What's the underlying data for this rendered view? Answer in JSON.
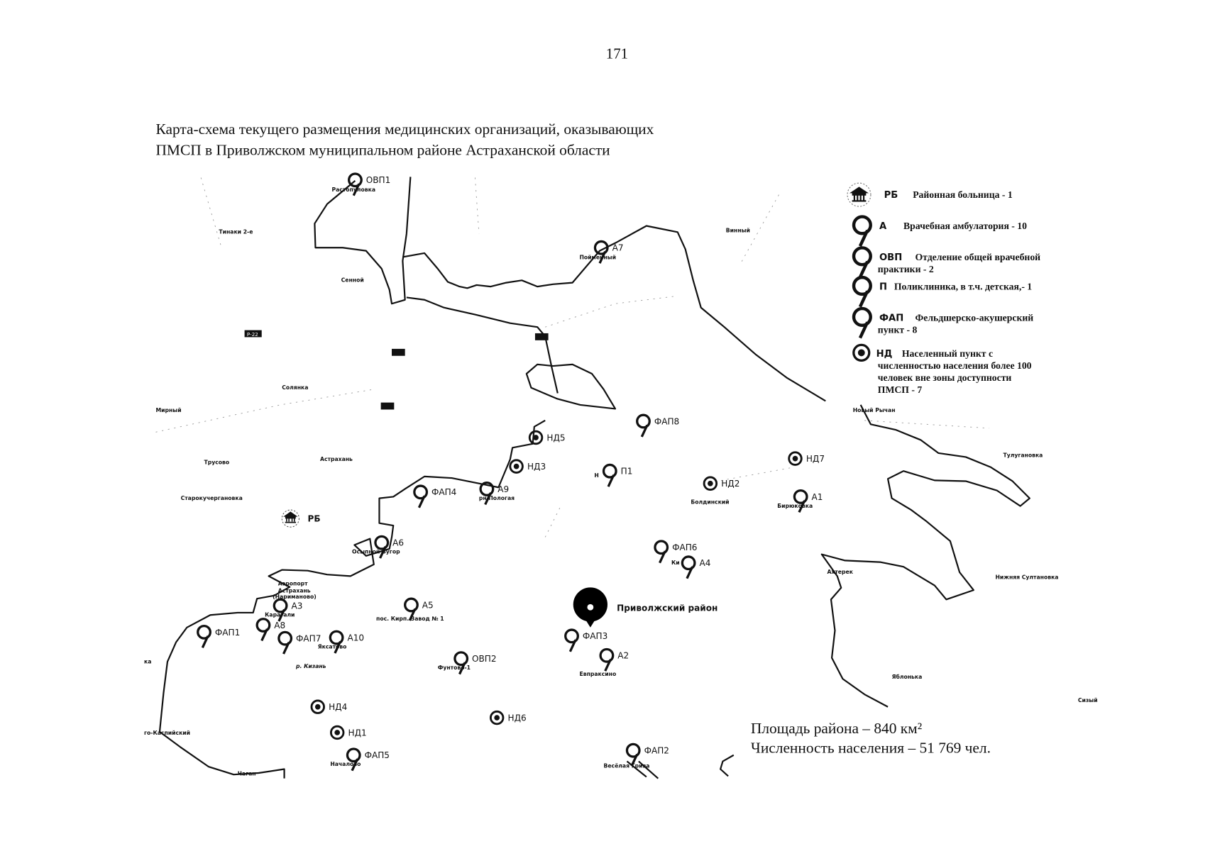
{
  "page_number": "171",
  "title": {
    "line1": "Карта-схема текущего размещения медицинских организаций, оказывающих",
    "line2": "ПМСП в Приволжском муниципальном районе Астраханской области"
  },
  "legend": [
    {
      "code": "РБ",
      "lines": [
        "Районная больница - 1"
      ],
      "icon": "hospital-icon"
    },
    {
      "code": "А",
      "lines": [
        "Врачебная амбулатория - 10"
      ],
      "icon": "pin-icon"
    },
    {
      "code": "ОВП",
      "lines": [
        "Отделение общей врачебной",
        "практики - 2"
      ],
      "icon": "pin-icon"
    },
    {
      "code": "П",
      "lines": [
        "Поликлиника, в т.ч. детская,- 1"
      ],
      "icon": "pin-icon"
    },
    {
      "code": "ФАП",
      "lines": [
        "Фельдшерско-акушерский",
        "пункт - 8"
      ],
      "icon": "pin-icon"
    },
    {
      "code": "НД",
      "lines": [
        "Населенный пункт с",
        "численностью населения более 100",
        "человек вне зоны доступности",
        "ПМСП - 7"
      ],
      "icon": "target-icon"
    }
  ],
  "stats": {
    "area": "Площадь района – 840 км²",
    "population": "Численность населения – 51 769 чел."
  },
  "district_marker": "Приволжский район",
  "hospital": {
    "label": "РБ"
  },
  "road_badge": "Р-22",
  "markers": [
    {
      "label": "ОВП1",
      "type": "pin",
      "place": "Растопуловка"
    },
    {
      "label": "А7",
      "type": "pin",
      "place": "Пойменный"
    },
    {
      "label": "НД5",
      "type": "target",
      "place": ""
    },
    {
      "label": "НД3",
      "type": "target",
      "place": ""
    },
    {
      "label": "ФАП8",
      "type": "pin",
      "place": ""
    },
    {
      "label": "П1",
      "type": "pin",
      "place": "Н"
    },
    {
      "label": "ФАП4",
      "type": "pin",
      "place": ""
    },
    {
      "label": "А9",
      "type": "pin",
      "place": "рн Пологая"
    },
    {
      "label": "НД2",
      "type": "target",
      "place": "Болдинский"
    },
    {
      "label": "НД7",
      "type": "target",
      "place": ""
    },
    {
      "label": "А1",
      "type": "pin",
      "place": "Бирюковка"
    },
    {
      "label": "А6",
      "type": "pin",
      "place": "Осыпной Бугор"
    },
    {
      "label": "ФАП6",
      "type": "pin",
      "place": ""
    },
    {
      "label": "А4",
      "type": "pin",
      "place": "Ки"
    },
    {
      "label": "А3",
      "type": "pin",
      "place": "Карагали"
    },
    {
      "label": "А5",
      "type": "pin",
      "place": "пос. Кирп. Завод № 1"
    },
    {
      "label": "А8",
      "type": "pin",
      "place": ""
    },
    {
      "label": "ФАП1",
      "type": "pin",
      "place": ""
    },
    {
      "label": "ФАП7",
      "type": "pin",
      "place": ""
    },
    {
      "label": "А10",
      "type": "pin",
      "place": "Яксатово"
    },
    {
      "label": "ФАП3",
      "type": "pin",
      "place": ""
    },
    {
      "label": "А2",
      "type": "pin",
      "place": "Евпраксино"
    },
    {
      "label": "ОВП2",
      "type": "pin",
      "place": "Фунтово-1"
    },
    {
      "label": "НД4",
      "type": "target",
      "place": ""
    },
    {
      "label": "НД6",
      "type": "target",
      "place": ""
    },
    {
      "label": "НД1",
      "type": "target",
      "place": ""
    },
    {
      "label": "ФАП5",
      "type": "pin",
      "place": "Началово"
    },
    {
      "label": "ФАП2",
      "type": "pin",
      "place": "Весёлая Грива"
    }
  ],
  "places": [
    "Тинаки 2-е",
    "Сенной",
    "Солянка",
    "Мирный",
    "Трусово",
    "Астрахань",
    "Старокучергановка",
    "Винный",
    "Аэропорт",
    "Астрахань",
    "(Нариманово)",
    "р. Кизань",
    "Новый Рычан",
    "Тулугановка",
    "Ахтерек",
    "Нижняя Султановка",
    "Яблонька",
    "Сизый",
    "ка",
    "го-Каспийский",
    "Чаган"
  ]
}
